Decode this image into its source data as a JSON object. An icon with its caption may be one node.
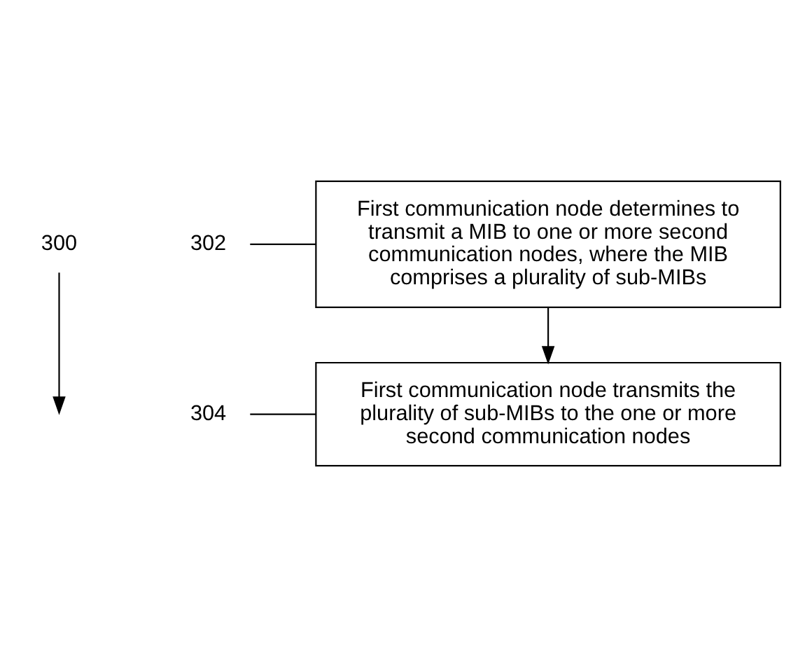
{
  "diagram": {
    "nodes": [
      {
        "text": [
          "300"
        ]
      },
      {
        "text": [
          "302"
        ]
      },
      {
        "text": [
          "First communication node determines to transmit a MIB to one or more second communication nodes, where the MIB comprises a plurality of sub-MIBs"
        ]
      },
      {
        "text": [
          "304"
        ]
      },
      {
        "text": [
          "First communication node transmits the plurality of sub-MIBs to the one or more second communication nodes"
        ]
      }
    ],
    "edges": [
      {
        "from": 0,
        "to": null,
        "arrow": "to"
      },
      {
        "from": 1,
        "to": 2,
        "arrow": "none"
      },
      {
        "from": 2,
        "to": 4,
        "arrow": "to"
      },
      {
        "from": 3,
        "to": 4,
        "arrow": "none"
      }
    ]
  }
}
